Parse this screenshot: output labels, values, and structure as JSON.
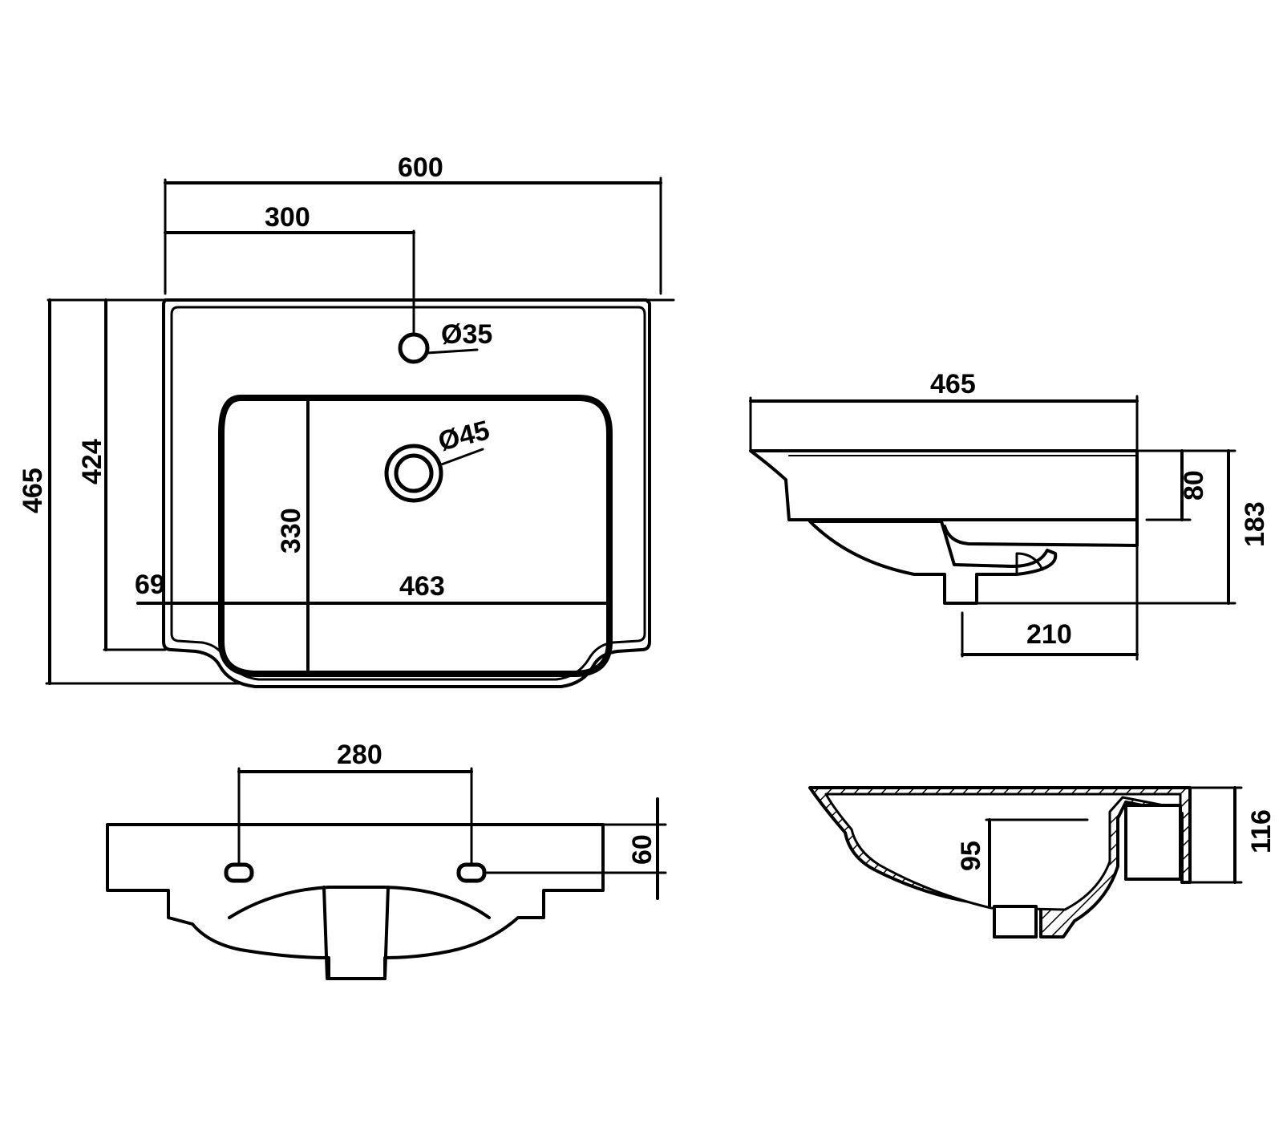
{
  "dimensions": {
    "top_width": "600",
    "tap_offset": "300",
    "tap_hole": "Ø35",
    "drain_hole": "Ø45",
    "overall_depth": "465",
    "inner_depth": "424",
    "bowl_depth": "330",
    "side_offset": "69",
    "bowl_width": "463",
    "side_depth": "465",
    "rim_height": "80",
    "total_height": "183",
    "drain_offset": "210",
    "fixing_spacing": "280",
    "front_height": "60",
    "section_bowl_depth": "95",
    "section_height": "116"
  },
  "colors": {
    "line": "#000000",
    "background": "#ffffff"
  }
}
